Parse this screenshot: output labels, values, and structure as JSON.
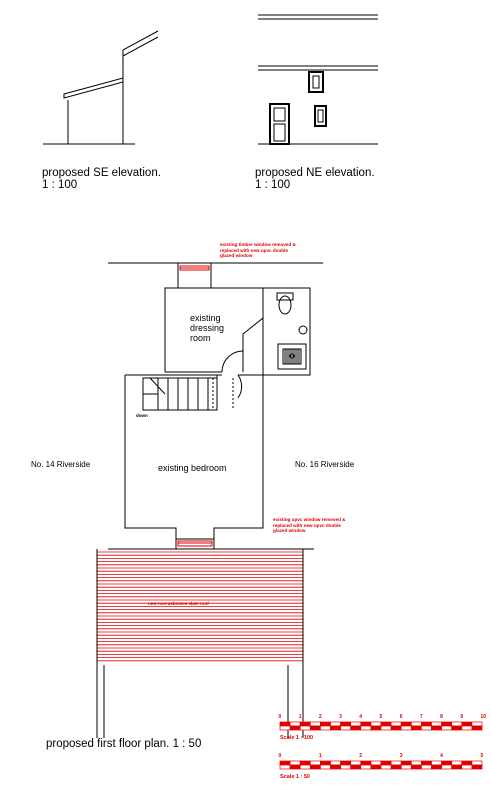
{
  "elevations": {
    "se": {
      "title": "proposed SE elevation.",
      "scale": "1 : 100"
    },
    "ne": {
      "title": "proposed NE elevation.",
      "scale": "1 : 100"
    }
  },
  "plan": {
    "title": "proposed first floor plan.  1 : 50",
    "rooms": {
      "dressing": "existing\ndressing\nroom",
      "bedroom": "existing bedroom"
    },
    "neighbours": {
      "left": "No. 14 Riverside",
      "right": "No. 16 Riverside"
    },
    "stair_label": "down",
    "notes": {
      "top_window": "existing timber window removed &\nreplaced with new upvc double\nglazed window",
      "bottom_window": "existing upvc window removed &\nreplaced with new upvc double\nglazed window",
      "roof": "new non-asbestos slate roof"
    },
    "colors": {
      "annotation": "#e00000",
      "linework": "#000000"
    }
  },
  "scale_bars": [
    {
      "label": "Scale 1 : 100",
      "ticks": [
        "0",
        "1",
        "2",
        "3",
        "4",
        "5",
        "6",
        "7",
        "8",
        "9",
        "10"
      ]
    },
    {
      "label": "Scale 1 : 50",
      "ticks": [
        "0",
        "1",
        "2",
        "3",
        "4",
        "5"
      ]
    }
  ]
}
